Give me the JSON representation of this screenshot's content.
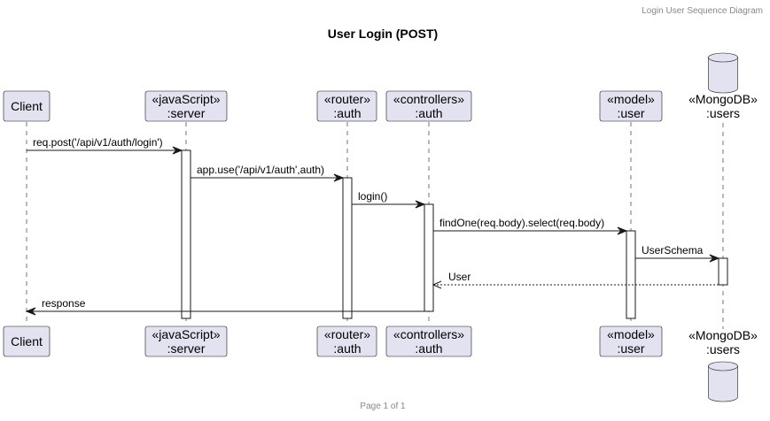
{
  "header": {
    "text": "Login User Sequence Diagram"
  },
  "title": "User Login (POST)",
  "footer": {
    "text": "Page 1 of 1"
  },
  "participants": [
    {
      "id": "client",
      "stereotype": "",
      "name": "Client",
      "kind": "box"
    },
    {
      "id": "server",
      "stereotype": "«javaScript»",
      "name": ":server",
      "kind": "box"
    },
    {
      "id": "router",
      "stereotype": "«router»",
      "name": ":auth",
      "kind": "box"
    },
    {
      "id": "controllers",
      "stereotype": "«controllers»",
      "name": ":auth",
      "kind": "box"
    },
    {
      "id": "model",
      "stereotype": "«model»",
      "name": ":user",
      "kind": "box"
    },
    {
      "id": "mongodb",
      "stereotype": "«MongoDB»",
      "name": ":users",
      "kind": "database"
    }
  ],
  "messages": [
    {
      "from": "client",
      "to": "server",
      "label": "req.post('/api/v1/auth/login')",
      "type": "sync"
    },
    {
      "from": "server",
      "to": "router",
      "label": "app.use('/api/v1/auth',auth)",
      "type": "sync"
    },
    {
      "from": "router",
      "to": "controllers",
      "label": "login()",
      "type": "sync"
    },
    {
      "from": "controllers",
      "to": "model",
      "label": "findOne(req.body).select(req.body)",
      "type": "sync"
    },
    {
      "from": "model",
      "to": "mongodb",
      "label": "UserSchema",
      "type": "sync"
    },
    {
      "from": "mongodb",
      "to": "controllers",
      "label": "User",
      "type": "return"
    },
    {
      "from": "controllers",
      "to": "client",
      "label": "response",
      "type": "sync"
    }
  ],
  "colors": {
    "participant_fill": "#E2E2F0",
    "line": "#181818",
    "muted_text": "#888888"
  }
}
